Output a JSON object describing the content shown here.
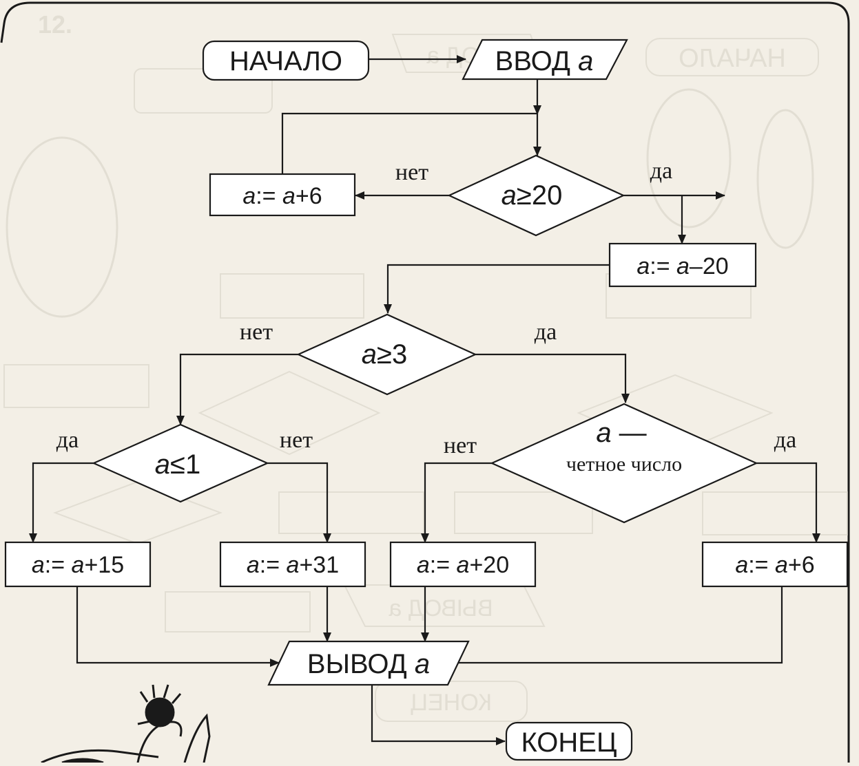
{
  "page": {
    "number": "12.",
    "mirrored_background_labels": [
      "НАЧАЛО",
      "ВВОД a",
      "КОНЕЦ",
      "ВЫВОД a"
    ]
  },
  "flowchart": {
    "start": "НАЧАЛО",
    "input": {
      "text": "ВВОД ",
      "var": "a"
    },
    "decision1": {
      "var": "a",
      "rest": "≥20"
    },
    "assign_a_plus_6_top": {
      "lhs": "a",
      "op": ":= ",
      "rhs_var": "a",
      "rhs": "+6"
    },
    "assign_a_minus_20": {
      "lhs": "a",
      "op": ":= ",
      "rhs_var": "a",
      "rhs": "–20"
    },
    "decision2": {
      "var": "a",
      "rest": "≥3"
    },
    "decision3": {
      "var": "a",
      "rest": "≤1"
    },
    "decision4": {
      "line1_var": "a",
      "line1_rest": " —",
      "line2": "четное число"
    },
    "assign_a_plus_15": {
      "lhs": "a",
      "op": ":= ",
      "rhs_var": "a",
      "rhs": "+15"
    },
    "assign_a_plus_31": {
      "lhs": "a",
      "op": ":= ",
      "rhs_var": "a",
      "rhs": "+31"
    },
    "assign_a_plus_20": {
      "lhs": "a",
      "op": ":= ",
      "rhs_var": "a",
      "rhs": "+20"
    },
    "assign_a_plus_6_bottom": {
      "lhs": "a",
      "op": ":= ",
      "rhs_var": "a",
      "rhs": "+6"
    },
    "output": {
      "text": "ВЫВОД ",
      "var": "a"
    },
    "end": "КОНЕЦ",
    "branch_labels": {
      "d1_no": "нет",
      "d1_yes": "да",
      "d2_no": "нет",
      "d2_yes": "да",
      "d3_yes": "да",
      "d3_no": "нет",
      "d4_no": "нет",
      "d4_yes": "да"
    }
  },
  "colors": {
    "ink": "#1a1a1a",
    "paper": "#f3efe6",
    "box_fill": "#ffffff",
    "ghost": "#d4cfc4"
  }
}
